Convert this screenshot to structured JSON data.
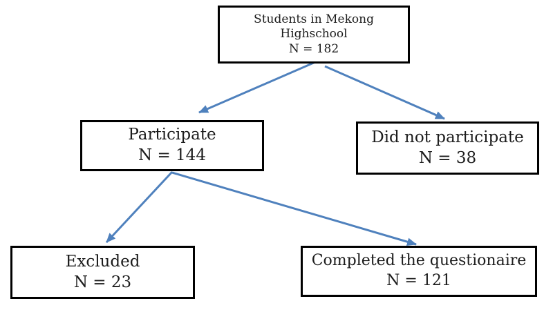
{
  "diagram": {
    "type": "flowchart",
    "background": "#FFFFFF",
    "box_border_color": "#000000",
    "text_color": "#1C1C1C",
    "arrow_color": "#4F81BD",
    "nodes": {
      "root": {
        "label": "Students in Mekong\nHighschool",
        "count": "N = 182"
      },
      "participate": {
        "label": "Participate",
        "count": "N = 144"
      },
      "did_not_participate": {
        "label": "Did not participate",
        "count": "N = 38"
      },
      "excluded": {
        "label": "Excluded",
        "count": "N = 23"
      },
      "completed": {
        "label": "Completed the questionaire",
        "count": "N = 121"
      }
    },
    "edges": [
      {
        "from": "root",
        "to": "participate"
      },
      {
        "from": "root",
        "to": "did_not_participate"
      },
      {
        "from": "participate",
        "to": "excluded"
      },
      {
        "from": "participate",
        "to": "completed"
      }
    ]
  }
}
